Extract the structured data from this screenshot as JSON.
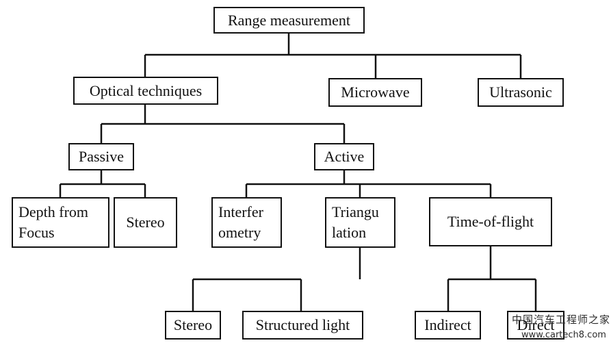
{
  "diagram": {
    "root": "Range measurement",
    "level1": {
      "optical": "Optical techniques",
      "microwave": "Microwave",
      "ultrasonic": "Ultrasonic"
    },
    "optical_children": {
      "passive": "Passive",
      "active": "Active"
    },
    "passive_children": {
      "dff": "Depth from\nFocus",
      "stereo": "Stereo"
    },
    "active_children": {
      "interferometry": "Interfer\nometry",
      "triangulation": "Triangu\nlation",
      "tof": "Time-of-flight"
    },
    "triangulation_children": {
      "stereo": "Stereo",
      "structured": "Structured light"
    },
    "tof_children": {
      "indirect": "Indirect",
      "direct": "Direct"
    }
  },
  "watermark": {
    "line1": "中国汽车工程师之家",
    "line2": "www.cartech8.com"
  }
}
